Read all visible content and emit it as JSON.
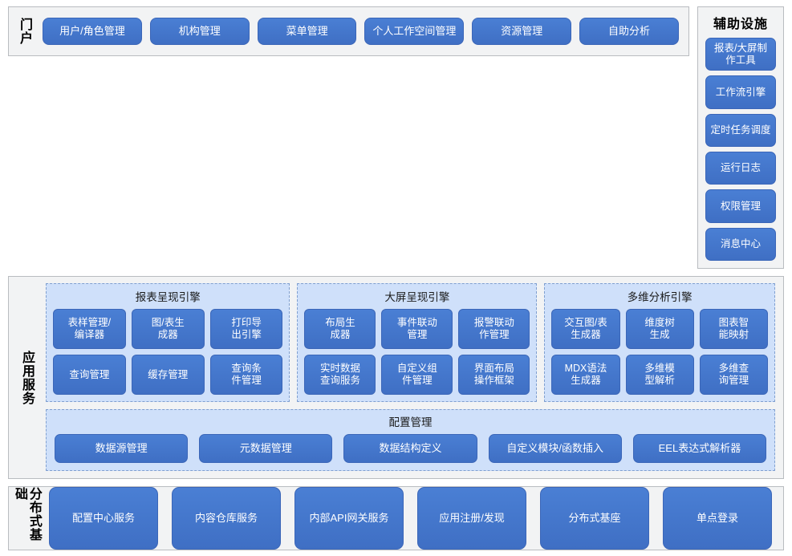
{
  "portal": {
    "band_label": "门户",
    "tiles": [
      "用户/角色管理",
      "机构管理",
      "菜单管理",
      "个人工作空间管理",
      "资源管理",
      "自助分析"
    ]
  },
  "aux": {
    "title": "辅助设施",
    "tiles": [
      "报表/大屏制\n作工具",
      "工作流引擎",
      "定时任务调度",
      "运行日志",
      "权限管理",
      "消息中心"
    ]
  },
  "app_services": {
    "band_label": "应用服务",
    "panels": [
      {
        "title": "报表呈现引擎",
        "cells": [
          "表样管理/\n编译器",
          "图/表生\n成器",
          "打印导\n出引擎",
          "查询管理",
          "缓存管理",
          "查询条\n件管理"
        ]
      },
      {
        "title": "大屏呈现引擎",
        "cells": [
          "布局生\n成器",
          "事件联动\n管理",
          "报警联动\n作管理",
          "实时数据\n查询服务",
          "自定义组\n件管理",
          "界面布局\n操作框架"
        ]
      },
      {
        "title": "多维分析引擎",
        "cells": [
          "交互图/表\n生成器",
          "维度树\n生成",
          "图表智\n能映射",
          "MDX语法\n生成器",
          "多维模\n型解析",
          "多维查\n询管理"
        ]
      }
    ],
    "config": {
      "title": "配置管理",
      "tiles": [
        "数据源管理",
        "元数据管理",
        "数据结构定义",
        "自定义模块/函数插入",
        "EEL表达式解析器"
      ]
    }
  },
  "distributed_base": {
    "band_label": "分布式基础",
    "tiles": [
      "配置中心服务",
      "内容仓库服务",
      "内部API网关服务",
      "应用注册/发现",
      "分布式基座",
      "单点登录"
    ]
  },
  "colors": {
    "tile_blue": "#4171c8",
    "tile_border": "#3b66b8",
    "panel_light_blue": "#cfe0fa",
    "panel_dashed_border": "#7f9fd0",
    "frame_bg": "#f2f3f4",
    "frame_border": "#b9bcc0",
    "text_white": "#ffffff",
    "text_black": "#000000"
  }
}
